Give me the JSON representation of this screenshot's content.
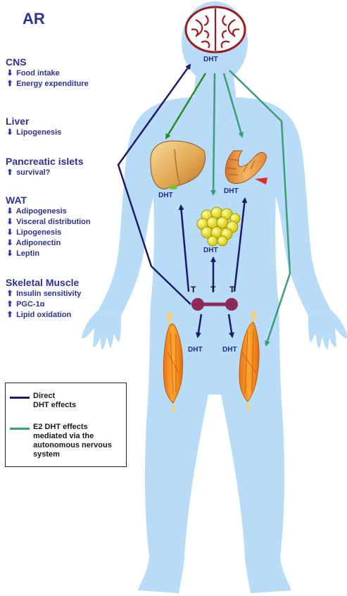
{
  "title": "AR",
  "colors": {
    "text": "#2e3192",
    "direct": "#1b1a6e",
    "autonomic": "#3a9c78",
    "body": "#b8dcf8"
  },
  "sections": [
    {
      "heading": "CNS",
      "rows": [
        {
          "dir": "down",
          "text": "Food intake"
        },
        {
          "dir": "up",
          "text": "Energy expenditure"
        }
      ]
    },
    {
      "heading": "Liver",
      "rows": [
        {
          "dir": "down",
          "text": "Lipogenesis"
        }
      ]
    },
    {
      "heading": "Pancreatic islets",
      "rows": [
        {
          "dir": "up",
          "text": "survival?"
        }
      ]
    },
    {
      "heading": "WAT",
      "rows": [
        {
          "dir": "down",
          "text": "Adipogenesis"
        },
        {
          "dir": "down",
          "text": "Visceral distribution"
        },
        {
          "dir": "down",
          "text": "Lipogenesis"
        },
        {
          "dir": "down",
          "text": "Adiponectin"
        },
        {
          "dir": "down",
          "text": "Leptin"
        }
      ]
    },
    {
      "heading": "Skeletal Muscle",
      "rows": [
        {
          "dir": "up",
          "text": "Insulin sensitivity"
        },
        {
          "dir": "up",
          "text": "PGC-1α"
        },
        {
          "dir": "up",
          "text": "Lipid oxidation"
        }
      ]
    }
  ],
  "legend": {
    "direct": "Direct\nDHT effects",
    "autonomic": "E2 DHT effects\nmediated via the\nautonomous nervous\nsystem"
  },
  "labels": {
    "dht": "DHT",
    "t": "T"
  }
}
